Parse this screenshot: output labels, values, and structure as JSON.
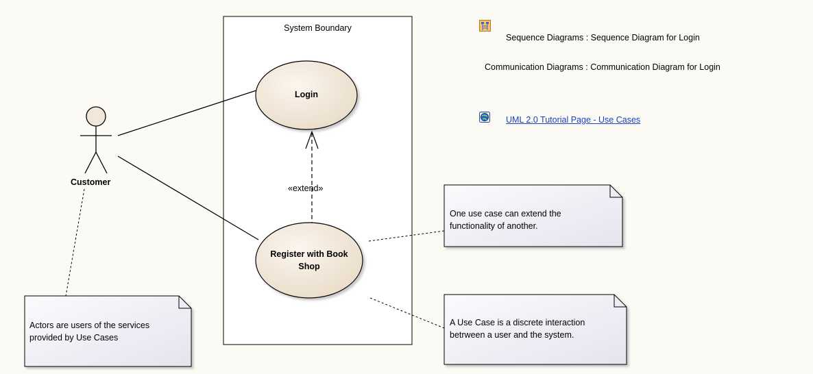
{
  "boundary": {
    "title": "System Boundary"
  },
  "actor": {
    "name": "Customer"
  },
  "use_cases": {
    "login": "Login",
    "register_line1": "Register with Book",
    "register_line2": "Shop"
  },
  "relationship": {
    "extend_label": "«extend»"
  },
  "notes": {
    "actors_line1": "Actors are users of the services",
    "actors_line2": "provided by Use Cases",
    "extend_line1": "One use case can extend the",
    "extend_line2": "functionality of another.",
    "usecase_line1": "A Use Case is a discrete interaction",
    "usecase_line2": "betrween a user and the system."
  },
  "references": {
    "sequence": "Sequence Diagrams : Sequence Diagram for Login",
    "communication": "Communication Diagrams : Communication Diagram for Login",
    "tutorial_link": "UML 2.0 Tutorial Page - Use Cases"
  },
  "icons": {
    "sequence": "sequence-diagram-icon",
    "tutorial": "web-link-globe-icon"
  },
  "colors": {
    "background": "#fbfaf5",
    "ellipse_fill": "#f3e9dc",
    "note_fill": "#f2f0f5",
    "link": "#1a3fbf"
  }
}
